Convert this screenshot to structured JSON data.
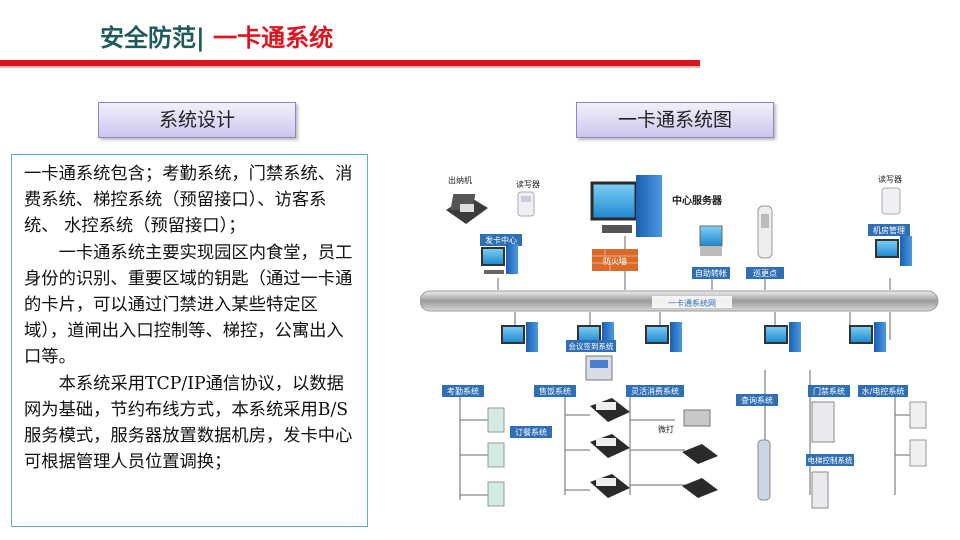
{
  "header": {
    "title_part1": "安全防范|",
    "title_part2": "一卡通系统"
  },
  "left_panel": {
    "tab_label": "系统设计",
    "paragraphs": [
      "一卡通系统包含；考勤系统，门禁系统、消费系统、梯控系统（预留接口）、访客系统、 水控系统（预留接口）；",
      "一卡通系统主要实现园区内食堂，员工身份的识别、重要区域的钥匙（通过一卡通的卡片，可以通过门禁进入某些特定区域），道闸出入口控制等、梯控，公寓出入口等。",
      "本系统采用TCP/IP通信协议，以数据网为基础，节约布线方式，本系统采用B/S服务模式，服务器放置数据机房，发卡中心可根据管理人员位置调换；"
    ]
  },
  "right_panel": {
    "tab_label": "一卡通系统图",
    "labels": {
      "issuer": "出纳机",
      "reader_left": "读写器",
      "server": "中心服务器",
      "reader_right": "读写器",
      "card_center": "发卡中心",
      "firewall": "防火墙",
      "machine_room": "机房管理",
      "self_service": "自助转帐",
      "patrol": "巡更点",
      "network": "一卡通系统网",
      "meeting": "会议签到系统",
      "attendance": "考勤系统",
      "sales": "售饭系统",
      "consumption": "灵活消费系统",
      "query": "查询系统",
      "door": "门禁系统",
      "water": "水/电控系统",
      "meal": "订餐系统",
      "micro": "微打",
      "elevator": "电梯控制系统"
    }
  },
  "colors": {
    "title_dark": "#1f5a5a",
    "title_red": "#e0141e",
    "rule_red": "#d8141c",
    "label_blue": "#2e6fb5",
    "tab_purple": "#cdc6ee"
  }
}
